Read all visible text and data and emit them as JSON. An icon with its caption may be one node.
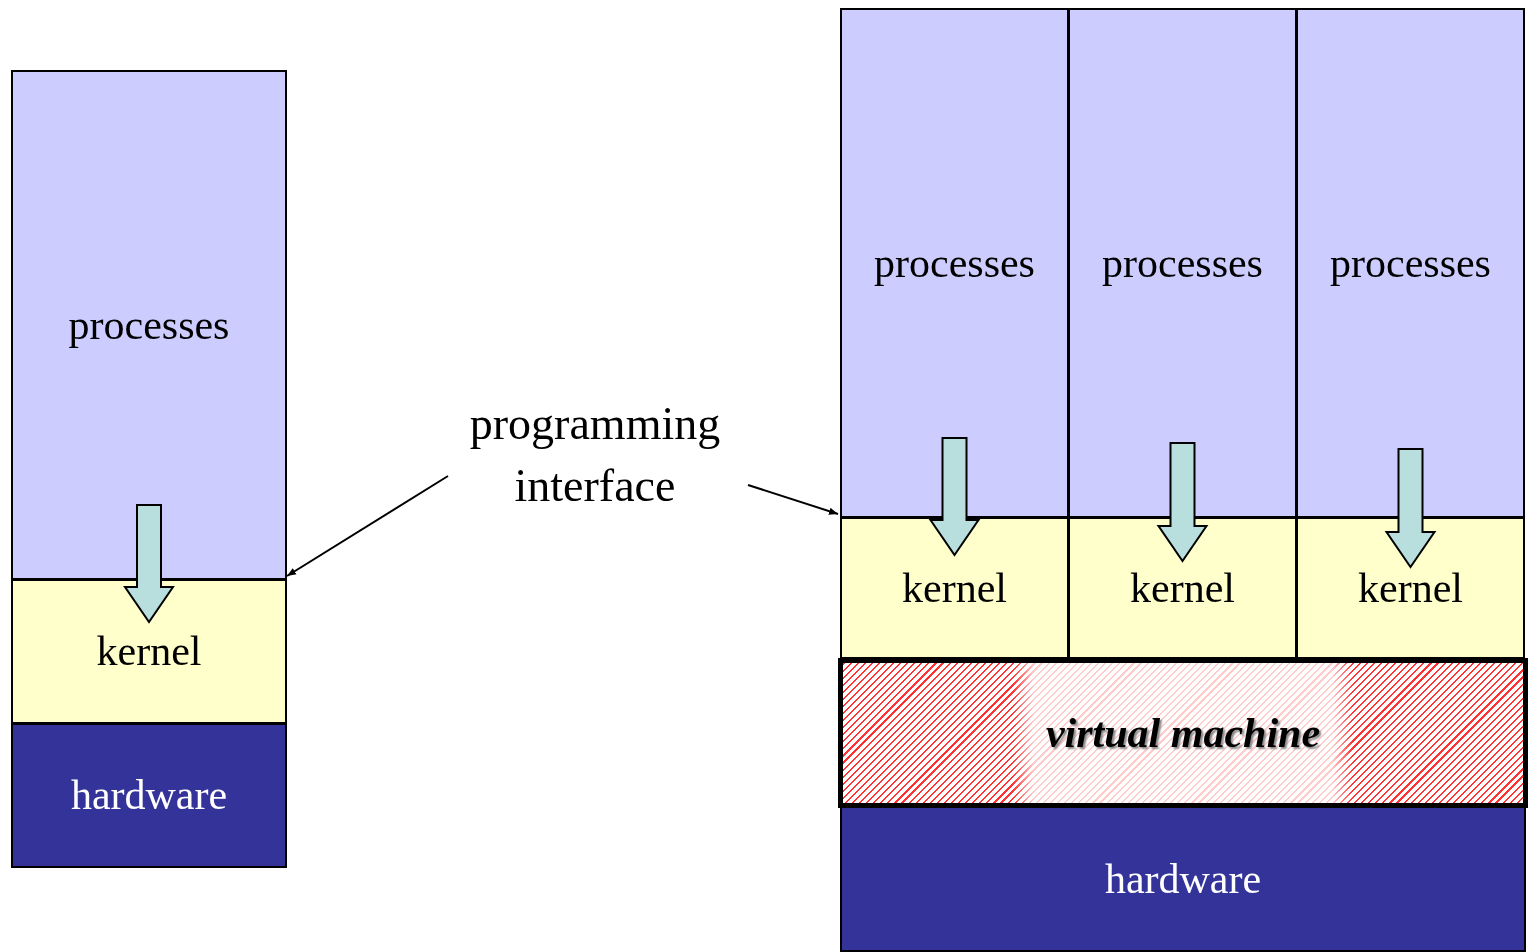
{
  "diagram": {
    "nodes": [
      {
        "text": [
          "processes"
        ]
      },
      {
        "text": [
          "kernel"
        ]
      },
      {
        "text": [
          "hardware"
        ]
      },
      {
        "text": [
          "programming interface"
        ]
      },
      {
        "text": [
          "processes"
        ]
      },
      {
        "text": [
          "processes"
        ]
      },
      {
        "text": [
          "processes"
        ]
      },
      {
        "text": [
          "kernel"
        ]
      },
      {
        "text": [
          "kernel"
        ]
      },
      {
        "text": [
          "kernel"
        ]
      },
      {
        "text": [
          "virtual machine"
        ]
      },
      {
        "text": [
          "hardware"
        ]
      }
    ],
    "edges": [
      {
        "from": 0,
        "to": 1,
        "arrow": "to"
      },
      {
        "from": 3,
        "to": 1,
        "arrow": "to"
      },
      {
        "from": 3,
        "to": 7,
        "arrow": "to"
      },
      {
        "from": 4,
        "to": 7,
        "arrow": "to"
      },
      {
        "from": 5,
        "to": 8,
        "arrow": "to"
      },
      {
        "from": 6,
        "to": 9,
        "arrow": "to"
      }
    ]
  }
}
